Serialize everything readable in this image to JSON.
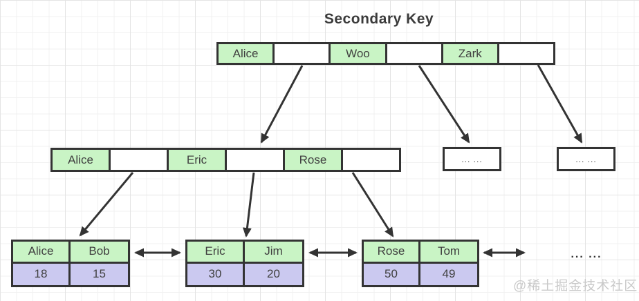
{
  "title": "Secondary Key",
  "root_node": {
    "cells": [
      "Alice",
      "",
      "Woo",
      "",
      "Zark",
      ""
    ]
  },
  "internal_node": {
    "cells": [
      "Alice",
      "",
      "Eric",
      "",
      "Rose",
      ""
    ]
  },
  "other_internal_nodes": [
    "... ...",
    "... ..."
  ],
  "leaf_nodes": [
    {
      "keys": [
        "Alice",
        "Bob"
      ],
      "values": [
        "18",
        "15"
      ]
    },
    {
      "keys": [
        "Eric",
        "Jim"
      ],
      "values": [
        "30",
        "20"
      ]
    },
    {
      "keys": [
        "Rose",
        "Tom"
      ],
      "values": [
        "50",
        "49"
      ]
    }
  ],
  "more_leaves_label": "... ...",
  "watermark": "@稀土掘金技术社区",
  "colors": {
    "key_cell_fill": "#c9f4c5",
    "value_cell_fill": "#cbc9f0",
    "border": "#333333",
    "arrow": "#333333",
    "title_text": "#3b3b3b",
    "watermark_text": "#c9c9c9"
  }
}
